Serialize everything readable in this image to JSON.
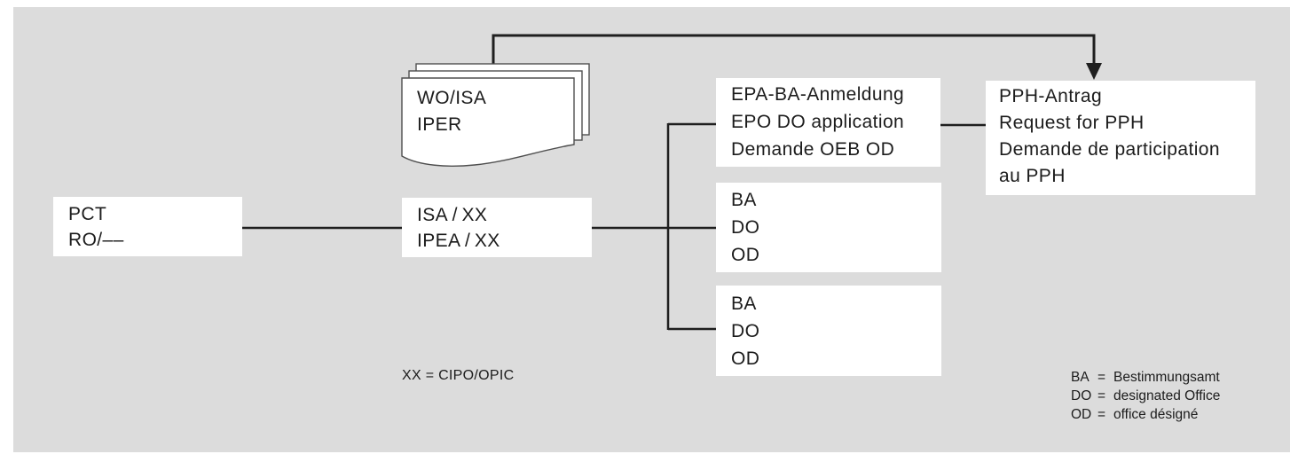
{
  "colors": {
    "background": "#dcdcdc",
    "page": "#ffffff",
    "box": "#ffffff",
    "line": "#1f1f1f",
    "text": "#1c1c1c",
    "doc_outline": "#4f4f4f"
  },
  "boxes": {
    "pct": {
      "line1": "PCT",
      "line2": "RO/––"
    },
    "isa": {
      "line1": "ISA / XX",
      "line2": "IPEA / XX"
    },
    "epa": {
      "line1": "EPA-BA-Anmeldung",
      "line2": "EPO DO application",
      "line3": "Demande OEB OD"
    },
    "ba1": {
      "line1": "BA",
      "line2": "DO",
      "line3": "OD"
    },
    "ba2": {
      "line1": "BA",
      "line2": "DO",
      "line3": "OD"
    },
    "pph": {
      "line1": "PPH-Antrag",
      "line2": "Request for PPH",
      "line3": "Demande de participation",
      "line4": "au PPH"
    }
  },
  "document_stack": {
    "line1": "WO/ISA",
    "line2": "IPER"
  },
  "legend": {
    "xx": "XX = CIPO/OPIC",
    "items": [
      {
        "abbr": "BA",
        "eq": "=",
        "def": "Bestimmungsamt"
      },
      {
        "abbr": "DO",
        "eq": "=",
        "def": "designated Office"
      },
      {
        "abbr": "OD",
        "eq": "=",
        "def": "office désigné"
      }
    ]
  }
}
